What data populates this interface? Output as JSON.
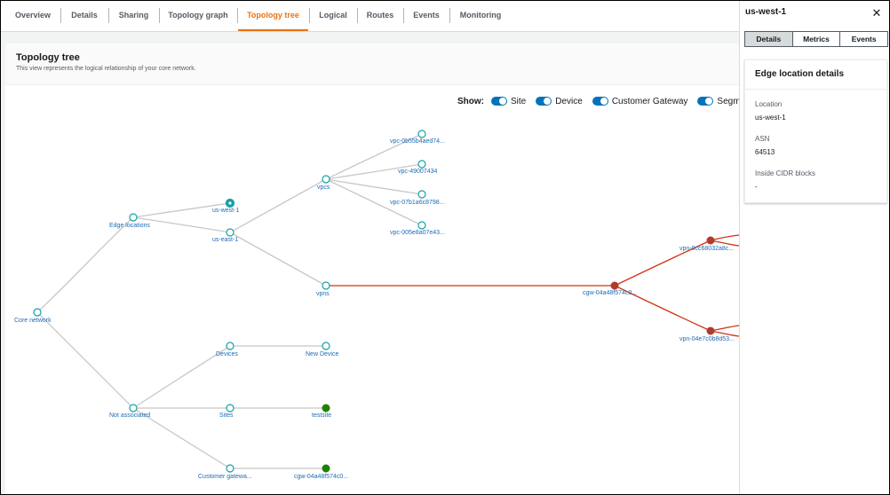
{
  "tabs": [
    {
      "label": "Overview"
    },
    {
      "label": "Details"
    },
    {
      "label": "Sharing"
    },
    {
      "label": "Topology graph"
    },
    {
      "label": "Topology tree",
      "active": true
    },
    {
      "label": "Logical"
    },
    {
      "label": "Routes"
    },
    {
      "label": "Events"
    },
    {
      "label": "Monitoring"
    }
  ],
  "panel": {
    "title": "Topology tree",
    "description": "This view represents the logical relationship of your core network."
  },
  "show": {
    "label": "Show:",
    "toggles": [
      {
        "label": "Site",
        "on": true
      },
      {
        "label": "Device",
        "on": true
      },
      {
        "label": "Customer Gateway",
        "on": true
      },
      {
        "label": "Segment",
        "on": true
      }
    ]
  },
  "tree": {
    "colors": {
      "edge": "#c8c8c8",
      "vpn_edge": "#d13212",
      "node_stroke": "#16a0a4",
      "label": "#1d6bb5",
      "cgw_fill": "#b23a2b",
      "site_fill": "#1d8102",
      "selected_fill": "#16a0a4"
    },
    "nodes": {
      "core": "Core network",
      "edge": "Edge locations",
      "usw1": "us-west-1",
      "use1": "us-east-1",
      "vpcs": "vpcs",
      "vpc1": "vpc-0b55b4aed74...",
      "vpc2": "vpc-49007434",
      "vpc3": "vpc-07b1a6c8798...",
      "vpc4": "vpc-005e8a07e43...",
      "vpns": "vpns",
      "cgw": "cgw-04a48f574c0...",
      "vpn1": "vpn-0cc68032a8c...",
      "vpn2": "vpn-04e7c0b8d53...",
      "notassoc": "Not associated",
      "devices": "Devices",
      "newdevice": "New Device",
      "sites": "Sites",
      "testsite": "testsite",
      "custgw": "Customer gatewa...",
      "cgw2": "cgw-04a48f574c0..."
    }
  },
  "drawer": {
    "title": "us-west-1",
    "tabs": [
      {
        "label": "Details",
        "active": true
      },
      {
        "label": "Metrics"
      },
      {
        "label": "Events"
      }
    ],
    "card_title": "Edge location details",
    "fields": [
      {
        "key": "Location",
        "value": "us-west-1"
      },
      {
        "key": "ASN",
        "value": "64513"
      },
      {
        "key": "Inside CIDR blocks",
        "value": "-"
      }
    ]
  }
}
